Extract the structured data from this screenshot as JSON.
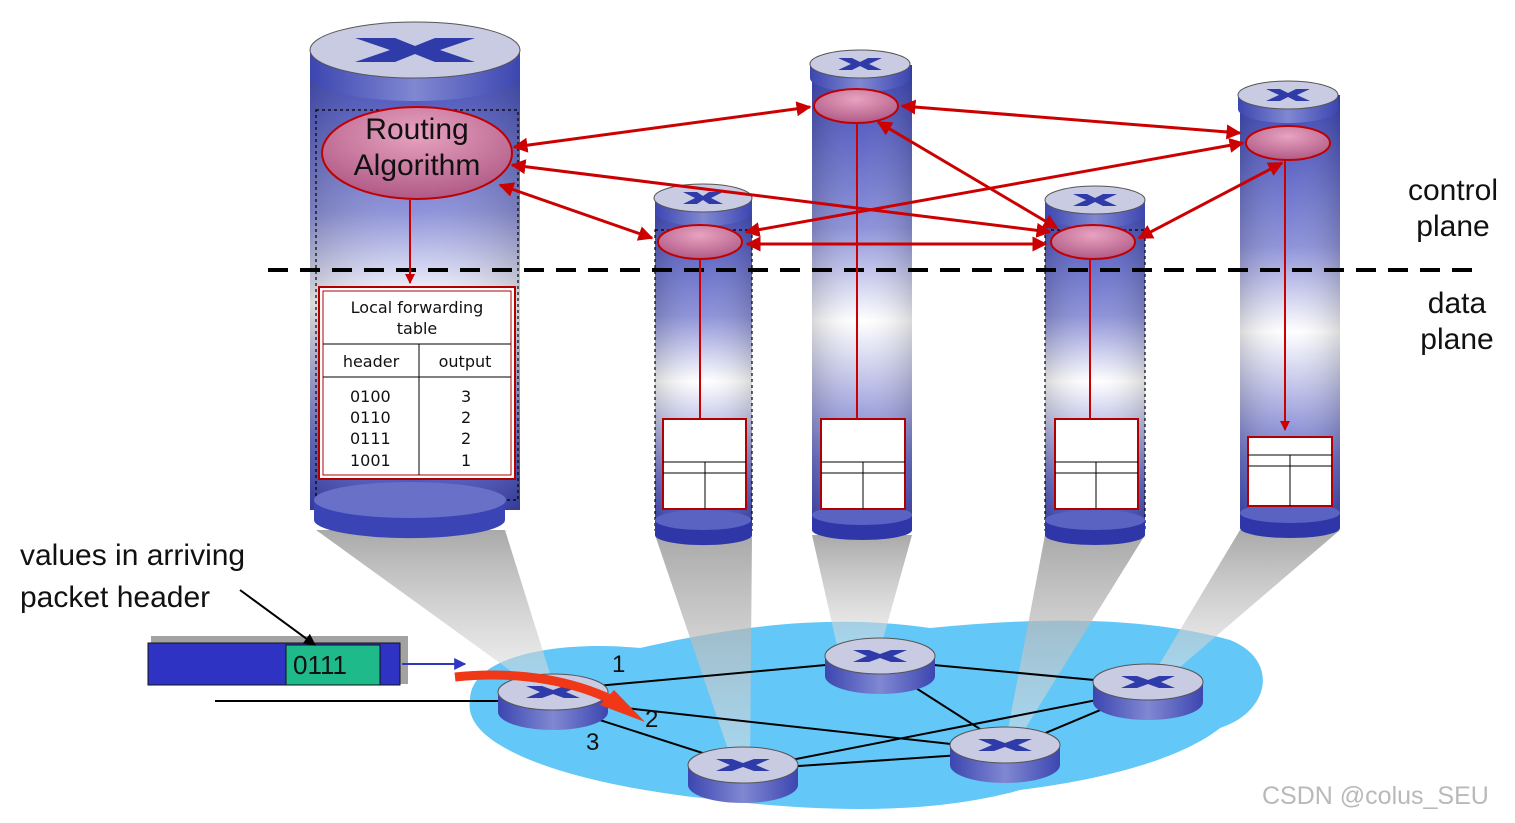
{
  "labels": {
    "control_plane": [
      "control",
      "plane"
    ],
    "data_plane": [
      "data",
      "plane"
    ],
    "routing_algorithm": [
      "Routing",
      "Algorithm"
    ],
    "arriving_header": [
      "values in arriving",
      "packet header"
    ],
    "packet_value": "0111",
    "watermark": "CSDN @colus_SEU"
  },
  "forwarding_table": {
    "title": [
      "Local forwarding",
      "table"
    ],
    "columns": [
      "header",
      "output"
    ],
    "rows": [
      {
        "header": "0100",
        "output": "3"
      },
      {
        "header": "0110",
        "output": "2"
      },
      {
        "header": "0111",
        "output": "2"
      },
      {
        "header": "1001",
        "output": "1"
      }
    ]
  },
  "ports": [
    "1",
    "2",
    "3"
  ],
  "colors": {
    "network": "#63c7f7",
    "router_top": "#c9cbe2",
    "router_icon": "#2e3ba8",
    "control_arrow": "#cc0000",
    "packet_body": "#2f33c4",
    "packet_field": "#1fba8a",
    "cylinder_band": "#3e48b8"
  }
}
